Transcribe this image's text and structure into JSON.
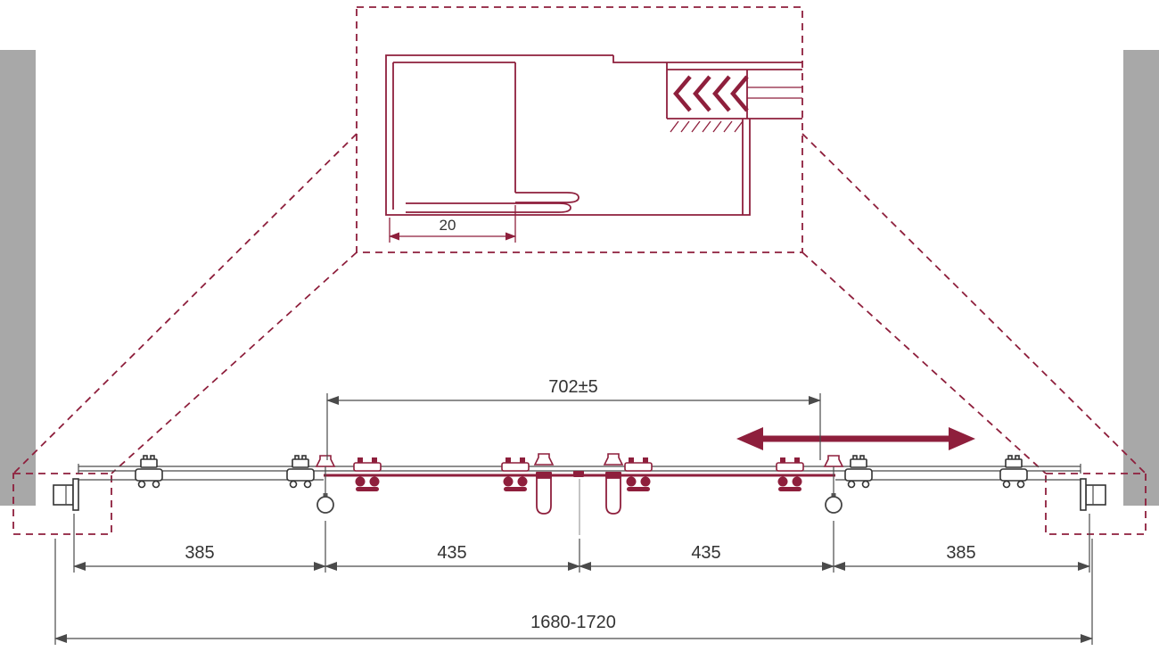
{
  "colors": {
    "accent": "#8e1f3c",
    "wall": "#a8a8a8",
    "line": "#4a4a4a",
    "text": "#333333"
  },
  "detail_view": {
    "profile_dim": "20"
  },
  "dims": {
    "top": "702±5",
    "segments": [
      "385",
      "435",
      "435",
      "385"
    ],
    "total": "1680-1720"
  }
}
